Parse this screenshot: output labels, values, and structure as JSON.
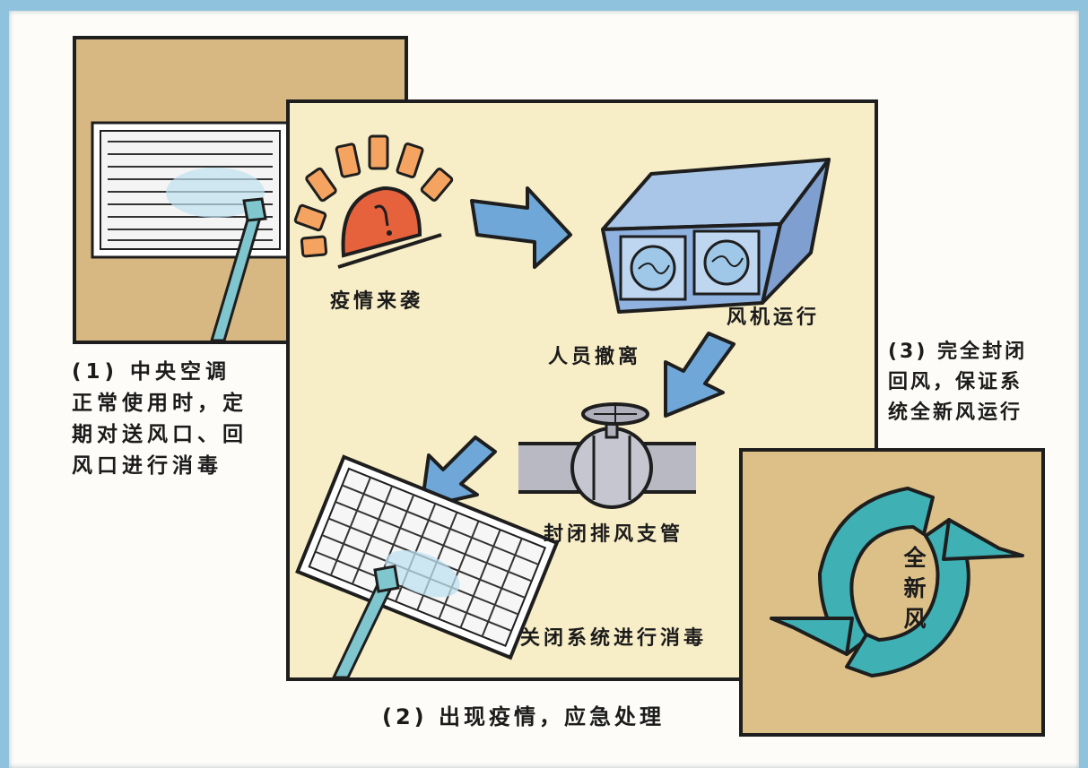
{
  "panel1": {
    "caption_lines": [
      "(1) 中央空调",
      "正常使用时，定",
      "期对送风口、回",
      "风口进行消毒"
    ],
    "bg_color": "#d8b882"
  },
  "panel2": {
    "labels": {
      "epidemic": "疫情来袭",
      "fan": "风机运行",
      "evacuate": "人员撤离",
      "close_pipe": "封闭排风支管",
      "disinfect": "关闭系统进行消毒"
    },
    "caption": "(2) 出现疫情，应急处理",
    "bg_color": "#f7edc6"
  },
  "panel3": {
    "caption_lines": [
      "(3) 完全封闭",
      "回风，保证系",
      "统全新风运行"
    ],
    "center_lines": [
      "全",
      "新",
      "风"
    ],
    "bg_color": "#dcc088"
  },
  "colors": {
    "frame": "#8fc3dd",
    "arrow_blue": "#6fa8d8",
    "siren_red": "#e5623c",
    "siren_rays": "#f4a460",
    "teal": "#3fb0b3",
    "pipe": "#b9b9c4"
  },
  "icons": [
    "siren-icon",
    "fan-box-icon",
    "valve-icon",
    "vent-grille-icon",
    "spray-nozzle-icon",
    "recycle-arrows-icon"
  ]
}
